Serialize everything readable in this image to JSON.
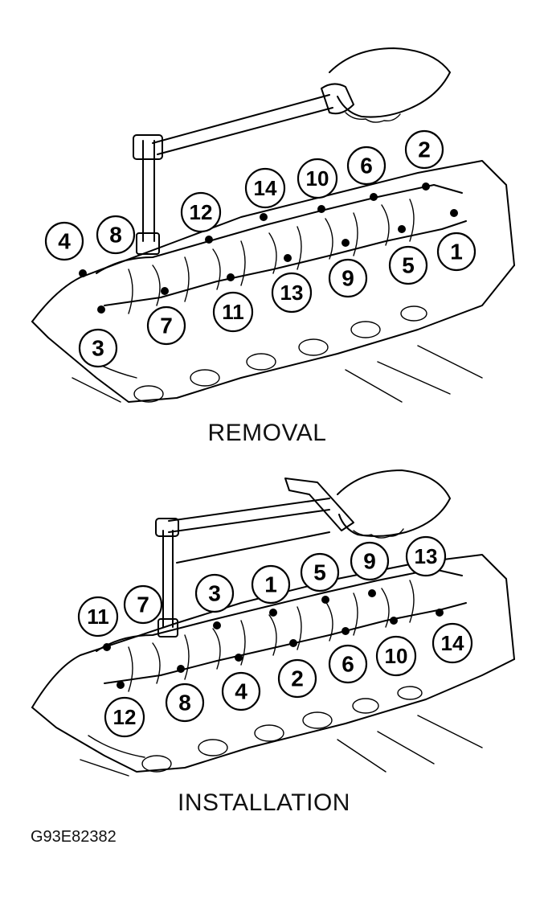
{
  "figure_id": "G93E82382",
  "panels": [
    {
      "caption": "REMOVAL",
      "bolts": [
        "4",
        "8",
        "12",
        "14",
        "10",
        "6",
        "2",
        "1",
        "5",
        "9",
        "13",
        "11",
        "7",
        "3"
      ]
    },
    {
      "caption": "INSTALLATION",
      "bolts": [
        "11",
        "7",
        "3",
        "1",
        "5",
        "9",
        "13",
        "14",
        "10",
        "6",
        "2",
        "4",
        "8",
        "12"
      ]
    }
  ]
}
